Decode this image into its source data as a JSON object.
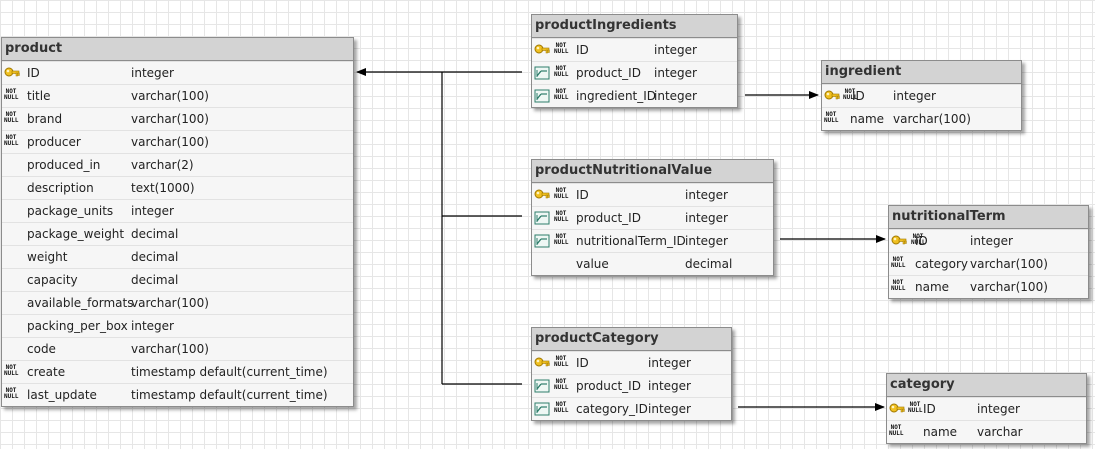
{
  "not_null_badge": "NOT NULL",
  "tables": {
    "product": {
      "name": "product",
      "columns": [
        {
          "name": "ID",
          "type": "integer",
          "key": "pk"
        },
        {
          "name": "title",
          "type": "varchar(100)",
          "key": "nn"
        },
        {
          "name": "brand",
          "type": "varchar(100)",
          "key": "nn"
        },
        {
          "name": "producer",
          "type": "varchar(100)",
          "key": "nn"
        },
        {
          "name": "produced_in",
          "type": "varchar(2)",
          "key": ""
        },
        {
          "name": "description",
          "type": "text(1000)",
          "key": ""
        },
        {
          "name": "package_units",
          "type": "integer",
          "key": ""
        },
        {
          "name": "package_weight",
          "type": "decimal",
          "key": ""
        },
        {
          "name": "weight",
          "type": "decimal",
          "key": ""
        },
        {
          "name": "capacity",
          "type": "decimal",
          "key": ""
        },
        {
          "name": "available_formats",
          "type": "varchar(100)",
          "key": ""
        },
        {
          "name": "packing_per_box",
          "type": "integer",
          "key": ""
        },
        {
          "name": "code",
          "type": "varchar(100)",
          "key": ""
        },
        {
          "name": "create",
          "type": "timestamp default(current_time)",
          "key": "nn"
        },
        {
          "name": "last_update",
          "type": "timestamp default(current_time)",
          "key": "nn"
        }
      ]
    },
    "productIngredients": {
      "name": "productIngredients",
      "columns": [
        {
          "name": "ID",
          "type": "integer",
          "key": "pk"
        },
        {
          "name": "product_ID",
          "type": "integer",
          "key": "fk"
        },
        {
          "name": "ingredient_ID",
          "type": "integer",
          "key": "fk"
        }
      ]
    },
    "ingredient": {
      "name": "ingredient",
      "columns": [
        {
          "name": "ID",
          "type": "integer",
          "key": "pk"
        },
        {
          "name": "name",
          "type": "varchar(100)",
          "key": "nn"
        }
      ]
    },
    "productNutritionalValue": {
      "name": "productNutritionalValue",
      "columns": [
        {
          "name": "ID",
          "type": "integer",
          "key": "pk"
        },
        {
          "name": "product_ID",
          "type": "integer",
          "key": "fk"
        },
        {
          "name": "nutritionalTerm_ID",
          "type": "integer",
          "key": "fk"
        },
        {
          "name": "value",
          "type": "decimal",
          "key": ""
        }
      ]
    },
    "nutritionalTerm": {
      "name": "nutritionalTerm",
      "columns": [
        {
          "name": "ID",
          "type": "integer",
          "key": "pk"
        },
        {
          "name": "category",
          "type": "varchar(100)",
          "key": "nn"
        },
        {
          "name": "name",
          "type": "varchar(100)",
          "key": "nn"
        }
      ]
    },
    "productCategory": {
      "name": "productCategory",
      "columns": [
        {
          "name": "ID",
          "type": "integer",
          "key": "pk"
        },
        {
          "name": "product_ID",
          "type": "integer",
          "key": "fk"
        },
        {
          "name": "category_ID",
          "type": "integer",
          "key": "fk"
        }
      ]
    },
    "category": {
      "name": "category",
      "columns": [
        {
          "name": "ID",
          "type": "integer",
          "key": "pk"
        },
        {
          "name": "name",
          "type": "varchar",
          "key": "nn"
        }
      ]
    }
  },
  "relations": [
    {
      "from": "productIngredients.product_ID",
      "to": "product.ID"
    },
    {
      "from": "productNutritionalValue.product_ID",
      "to": "product.ID"
    },
    {
      "from": "productCategory.product_ID",
      "to": "product.ID"
    },
    {
      "from": "productIngredients.ingredient_ID",
      "to": "ingredient.ID"
    },
    {
      "from": "productNutritionalValue.nutritionalTerm_ID",
      "to": "nutritionalTerm.ID"
    },
    {
      "from": "productCategory.category_ID",
      "to": "category.ID"
    }
  ],
  "colors": {
    "header": "#d3d3d3",
    "body": "#f6f6f6",
    "border": "#8c8c8c",
    "key": "#e8b400",
    "fk": "#2e7d6b",
    "line": "#000000"
  }
}
